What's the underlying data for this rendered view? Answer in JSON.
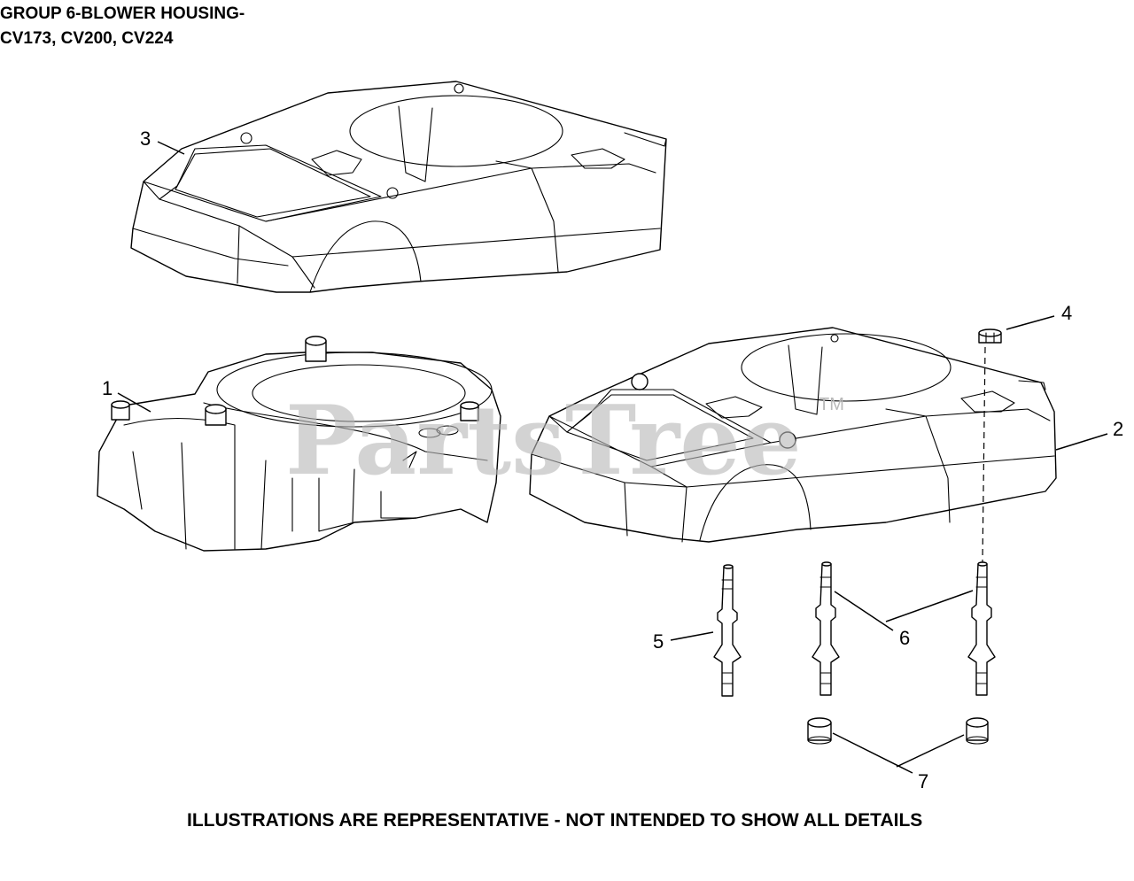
{
  "title": {
    "line1": "GROUP 6-BLOWER HOUSING-",
    "line2": "CV173, CV200, CV224"
  },
  "footer_note": "ILLUSTRATIONS ARE REPRESENTATIVE - NOT INTENDED TO SHOW ALL DETAILS",
  "watermark": {
    "text": "PartsTree",
    "trademark": "TM"
  },
  "callouts": {
    "c1": "1",
    "c2": "2",
    "c3": "3",
    "c4": "4",
    "c5": "5",
    "c6": "6",
    "c7": "7"
  }
}
